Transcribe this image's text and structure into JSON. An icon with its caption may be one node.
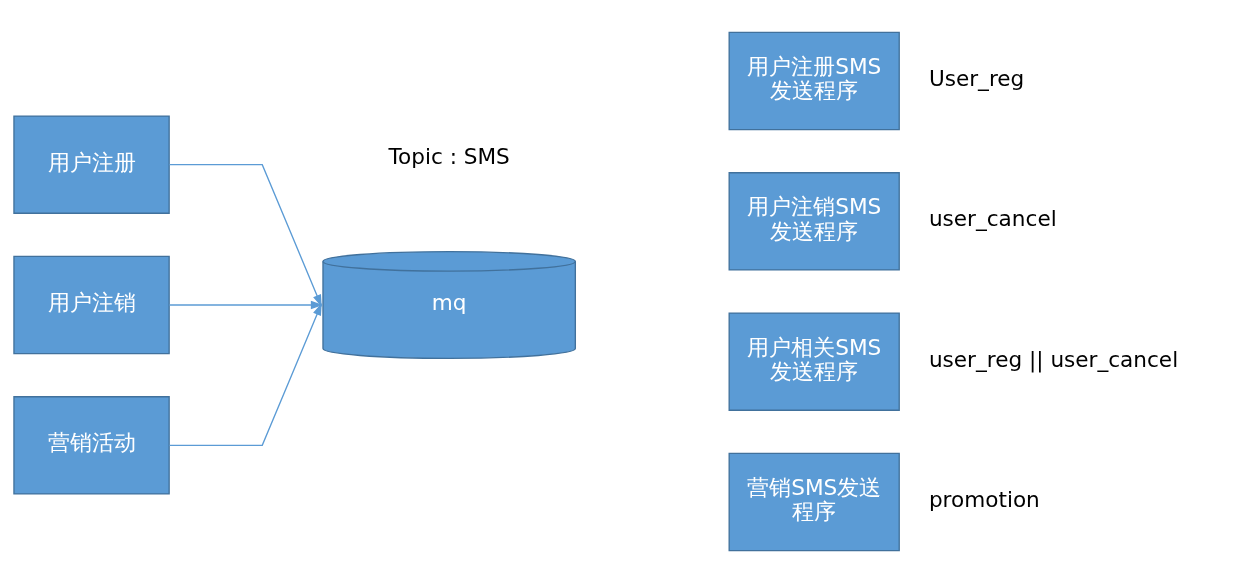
{
  "diagram": {
    "nodes": [
      {
        "text": [
          "用户注册"
        ]
      },
      {
        "text": [
          "用户注销"
        ]
      },
      {
        "text": [
          "营销活动"
        ]
      },
      {
        "text": [
          "mq"
        ],
        "beside": [
          "Topic : SMS"
        ]
      },
      {
        "text": [
          "用户注册SMS发送程序"
        ],
        "beside": [
          "User_reg"
        ]
      },
      {
        "text": [
          "用户注销SMS发送程序"
        ],
        "beside": [
          "user_cancel"
        ]
      },
      {
        "text": [
          "用户相关SMS发送程序"
        ],
        "beside": [
          "user_reg || user_cancel"
        ]
      },
      {
        "text": [
          "营销SMS发送程序"
        ],
        "beside": [
          "promotion"
        ]
      }
    ],
    "edges": [
      {
        "from": 0,
        "to": 3,
        "arrow": "to"
      },
      {
        "from": 1,
        "to": 3,
        "arrow": "to"
      },
      {
        "from": 2,
        "to": 3,
        "arrow": "to"
      }
    ]
  }
}
